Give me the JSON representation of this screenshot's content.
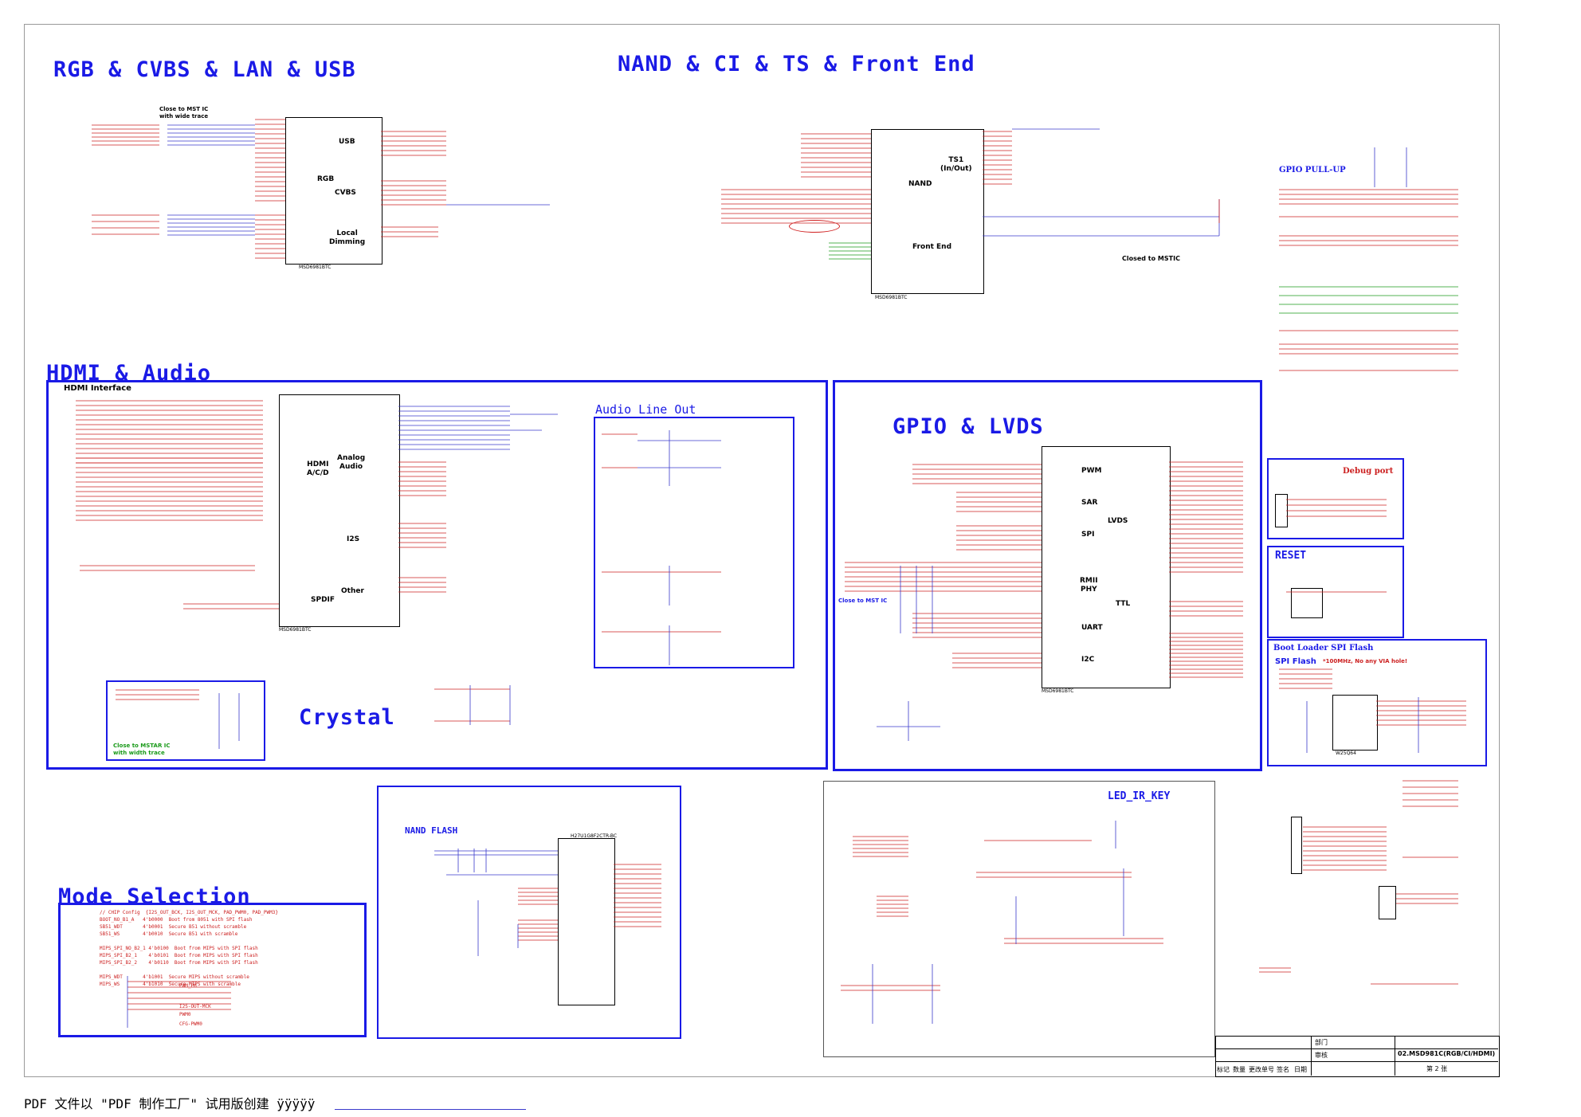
{
  "sections": {
    "rgb": "RGB & CVBS & LAN & USB",
    "nand": "NAND & CI & TS & Front End",
    "hdmi": "HDMI & Audio",
    "gpio": "GPIO & LVDS",
    "crystal": "Crystal",
    "mode": "Mode Selection"
  },
  "subsections": {
    "close_mst": "Close to MST IC\nwith wide trace",
    "hdmi_interface": "HDMI Interface",
    "audio_line_out": "Audio Line Out",
    "gpio_pullup": "GPIO PULL-UP",
    "closed_mstic": "Closed to MSTIC",
    "debug_port": "Debug port",
    "reset": "RESET",
    "boot_loader": "Boot Loader SPI Flash",
    "spi_flash": "SPI Flash",
    "spi_flash_note": "*100MHz, No any VIA hole!",
    "nand_flash": "NAND FLASH",
    "led_ir_key": "LED_IR_KEY",
    "close_mstar": "Close to MSTAR IC\nwith width trace",
    "close_mst_gpio": "Close to MST IC"
  },
  "blocks": {
    "usb": "USB",
    "rgb": "RGB",
    "cvbs": "CVBS",
    "local_dimming": "Local\nDimming",
    "nand": "NAND",
    "ts1": "TS1\n(In/Out)",
    "front_end": "Front End",
    "hdmi_ad": "HDMI\nA/C/D",
    "analog_audio": "Analog\nAudio",
    "i2s": "I2S",
    "spdif": "SPDIF",
    "other": "Other",
    "pwm": "PWM",
    "sar": "SAR",
    "spi": "SPI",
    "rmii": "RMII\nPHY",
    "uart": "UART",
    "i2c": "I2C",
    "lvds": "LVDS",
    "ttl": "TTL"
  },
  "chips": {
    "u_rgb": "MSD6981BTC",
    "u_nand": "MSD6981BTC",
    "u_hdmi": "MSD6981BTC",
    "u_gpio": "MSD6981BTC",
    "u_flash": "W25Q64",
    "u_nand_flash": "H27U1G8F2CTR-BC"
  },
  "mode_notes": "// CHIP Config  {I2S_OUT_BCK, I2S_OUT_MCK, PAD_PWM0, PAD_PWM3}\nBOOT_NO_B1_A   4'b0000  Boot from 8051 with SPI flash\nSB51_WDT       4'b0001  Secure B51 without scramble\nSB51_WS        4'b0010  Secure B51 with scramble\n\nMIPS_SPI_NO_B2_1 4'b0100  Boot from MIPS with SPI flash\nMIPS_SPI_B2_1    4'b0101  Boot from MIPS with SPI flash\nMIPS_SPI_B2_2    4'b0110  Boot from MIPS with SPI flash\n\nMIPS_WDT       4'b1001  Secure MIPS without scramble\nMIPS_WS        4'b1010  Secure MIPS with scramble",
  "mode_signals": [
    "PWM_PM",
    "I2S-OUT-MCK",
    "PWM0",
    "CFG-PWM0"
  ],
  "title_block": {
    "dept": "部门",
    "review": "审核",
    "drawing_no": "02.MSD981C(RGB/CI/HDMI)",
    "sheet": "第 2 张",
    "rev_labels": [
      "标记",
      "数量",
      "更改单号",
      "签名",
      "日期"
    ]
  },
  "footer": "PDF 文件以 \"PDF 制作工厂\" 试用版创建  ÿÿÿÿÿ",
  "colors": {
    "heading": "#1a1ae6",
    "net_red": "#cc2020",
    "net_green": "#1a9a1a",
    "wire": "#3a3acc"
  }
}
